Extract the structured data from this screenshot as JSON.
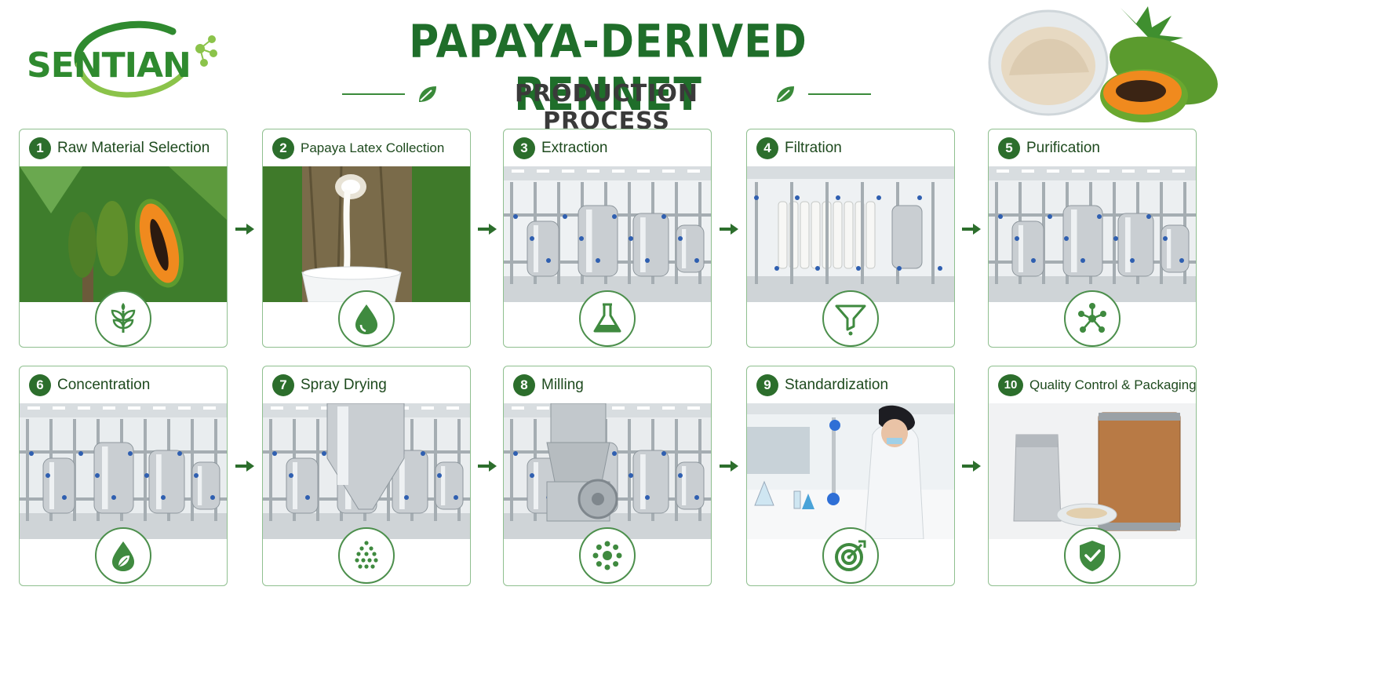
{
  "brand": {
    "logo_text": "SENTIAN"
  },
  "header": {
    "title": "PAPAYA-DERIVED RENNET",
    "subtitle": "PRODUCTION PROCESS"
  },
  "colors": {
    "primary_green": "#2c6e2c",
    "accent_green": "#3a8a3a",
    "border_green": "#8fbf8f",
    "papaya_orange": "#f08a1e"
  },
  "steps": [
    {
      "number": "1",
      "label": "Raw Material Selection",
      "icon": "plant-sprout-icon",
      "photo": "papaya fruits on tree"
    },
    {
      "number": "2",
      "label": "Papaya Latex Collection",
      "icon": "water-drop-icon",
      "photo": "latex dripping from trunk into cup"
    },
    {
      "number": "3",
      "label": "Extraction",
      "icon": "flask-icon",
      "photo": "stainless steel extraction tanks"
    },
    {
      "number": "4",
      "label": "Filtration",
      "icon": "funnel-icon",
      "photo": "filtration columns"
    },
    {
      "number": "5",
      "label": "Purification",
      "icon": "molecule-icon",
      "photo": "purification tanks"
    },
    {
      "number": "6",
      "label": "Concentration",
      "icon": "leaf-drop-icon",
      "photo": "concentration tanks"
    },
    {
      "number": "7",
      "label": "Spray Drying",
      "icon": "spray-dots-icon",
      "photo": "spray drying cone"
    },
    {
      "number": "8",
      "label": "Milling",
      "icon": "powder-burst-icon",
      "photo": "milling machine"
    },
    {
      "number": "9",
      "label": "Standardization",
      "icon": "target-icon",
      "photo": "lab technician pipetting"
    },
    {
      "number": "10",
      "label": "Quality Control & Packaging",
      "icon": "shield-check-icon",
      "photo": "foil bag and fiber drum"
    }
  ]
}
